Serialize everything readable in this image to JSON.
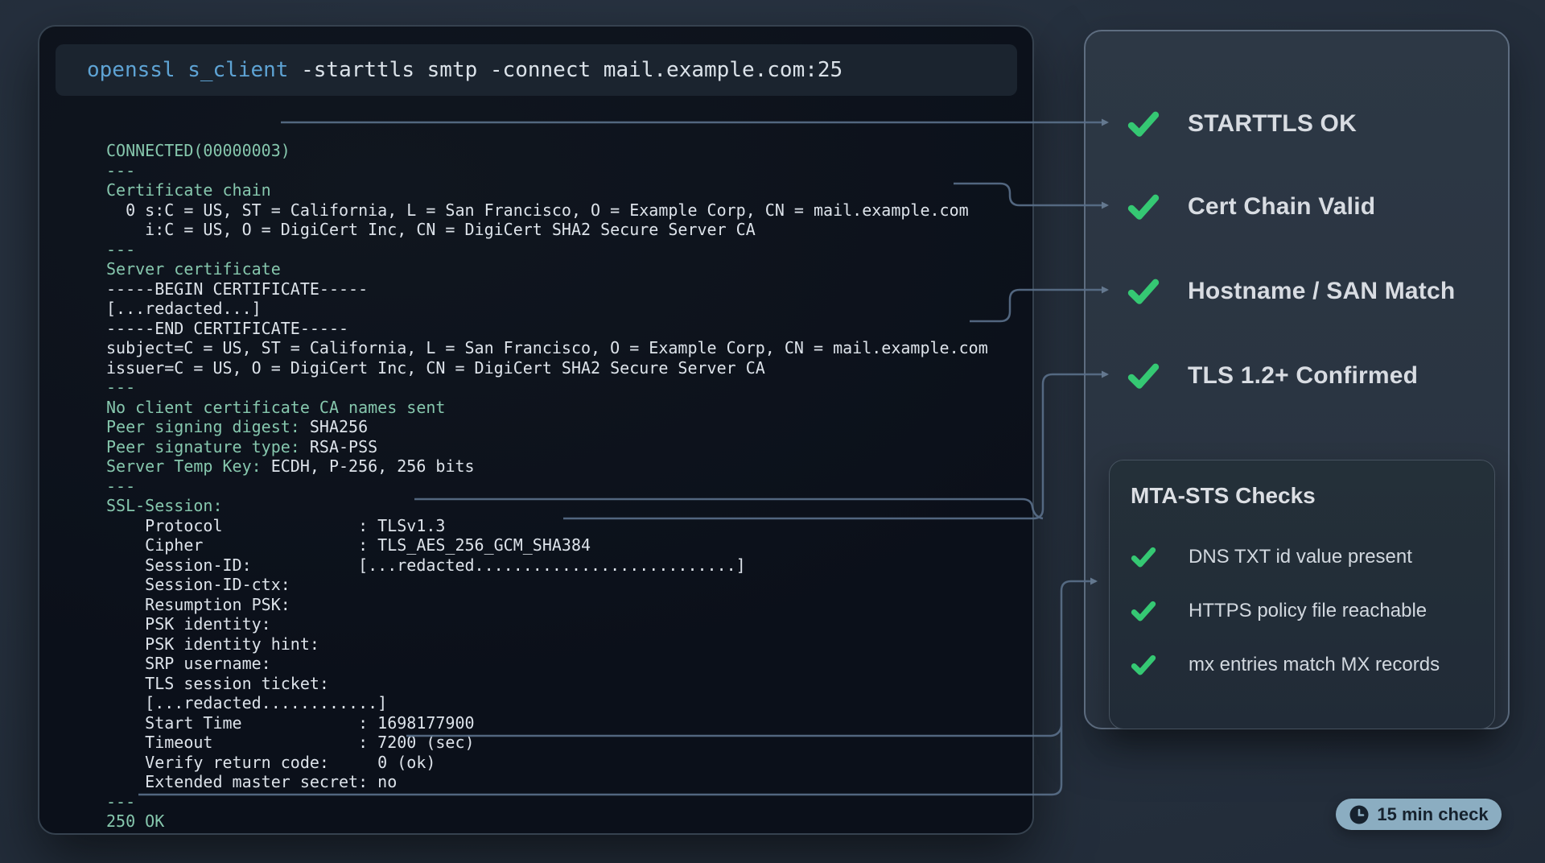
{
  "command": {
    "highlight": "openssl s_client",
    "rest": " -starttls smtp -connect mail.example.com:25"
  },
  "terminal_lines": [
    {
      "segs": [
        [
          "CONNECTED(00000003)",
          "teal"
        ]
      ]
    },
    {
      "segs": [
        [
          "---",
          "teal"
        ]
      ]
    },
    {
      "segs": [
        [
          "Certificate chain",
          "teal"
        ]
      ]
    },
    {
      "segs": [
        [
          "  0 s:C = US, ST = California, L = San Francisco, O = Example Corp, CN = mail.example.com",
          "fg"
        ]
      ]
    },
    {
      "segs": [
        [
          "    i:C = US, O = DigiCert Inc, CN = DigiCert SHA2 Secure Server CA",
          "fg"
        ]
      ]
    },
    {
      "segs": [
        [
          "---",
          "teal"
        ]
      ]
    },
    {
      "segs": [
        [
          "Server certificate",
          "teal"
        ]
      ]
    },
    {
      "segs": [
        [
          "-----BEGIN CERTIFICATE-----",
          "fg"
        ]
      ]
    },
    {
      "segs": [
        [
          "[...redacted...]",
          "fg"
        ]
      ]
    },
    {
      "segs": [
        [
          "-----END CERTIFICATE-----",
          "fg"
        ]
      ]
    },
    {
      "segs": [
        [
          "subject=C = US, ST = California, L = San Francisco, O = Example Corp, CN = mail.example.com",
          "fg"
        ]
      ]
    },
    {
      "segs": [
        [
          "issuer=C = US, O = DigiCert Inc, CN = DigiCert SHA2 Secure Server CA",
          "fg"
        ]
      ]
    },
    {
      "segs": [
        [
          "---",
          "teal"
        ]
      ]
    },
    {
      "segs": [
        [
          "No client certificate CA names sent",
          "teal"
        ]
      ]
    },
    {
      "segs": [
        [
          "Peer signing digest: ",
          "teal"
        ],
        [
          "SHA256",
          "fg"
        ]
      ]
    },
    {
      "segs": [
        [
          "Peer signature type: ",
          "teal"
        ],
        [
          "RSA-PSS",
          "fg"
        ]
      ]
    },
    {
      "segs": [
        [
          "Server Temp Key: ",
          "teal"
        ],
        [
          "ECDH, P-256, 256 bits",
          "fg"
        ]
      ]
    },
    {
      "segs": [
        [
          "---",
          "teal"
        ]
      ]
    },
    {
      "segs": [
        [
          "SSL-Session:",
          "teal"
        ]
      ]
    },
    {
      "segs": [
        [
          "    Protocol              : TLSv1.3",
          "fg"
        ]
      ]
    },
    {
      "segs": [
        [
          "    Cipher                : TLS_AES_256_GCM_SHA384",
          "fg"
        ]
      ]
    },
    {
      "segs": [
        [
          "    Session-ID:           [...redacted...........................]",
          "fg"
        ]
      ]
    },
    {
      "segs": [
        [
          "    Session-ID-ctx:",
          "fg"
        ]
      ]
    },
    {
      "segs": [
        [
          "    Resumption PSK:",
          "fg"
        ]
      ]
    },
    {
      "segs": [
        [
          "    PSK identity:",
          "fg"
        ]
      ]
    },
    {
      "segs": [
        [
          "    PSK identity hint:",
          "fg"
        ]
      ]
    },
    {
      "segs": [
        [
          "    SRP username:",
          "fg"
        ]
      ]
    },
    {
      "segs": [
        [
          "    TLS session ticket:",
          "fg"
        ]
      ]
    },
    {
      "segs": [
        [
          "    [...redacted............]",
          "fg"
        ]
      ]
    },
    {
      "segs": [
        [
          "    Start Time            : 1698177900",
          "fg"
        ]
      ]
    },
    {
      "segs": [
        [
          "    Timeout               : 7200 (sec)",
          "fg"
        ]
      ]
    },
    {
      "segs": [
        [
          "    Verify return code:     0 (ok)",
          "fg"
        ]
      ]
    },
    {
      "segs": [
        [
          "    Extended master secret: no",
          "fg"
        ]
      ]
    },
    {
      "segs": [
        [
          "---",
          "teal"
        ]
      ]
    },
    {
      "segs": [
        [
          "250 OK",
          "teal"
        ]
      ]
    }
  ],
  "checks": {
    "items": [
      {
        "label": "STARTTLS OK"
      },
      {
        "label": "Cert Chain Valid"
      },
      {
        "label": "Hostname / SAN Match"
      },
      {
        "label": "TLS 1.2+ Confirmed"
      }
    ]
  },
  "mta": {
    "title": "MTA-STS Checks",
    "items": [
      {
        "label": "DNS TXT id value present"
      },
      {
        "label": "HTTPS policy file reachable"
      },
      {
        "label": "mx entries match MX records"
      }
    ]
  },
  "badge": {
    "label": "15 min check"
  },
  "colors": {
    "terminal_teal": "#86c7ad",
    "terminal_fg": "#dde3ea",
    "command_blue": "#5ea3d4",
    "check_green": "#35c873",
    "connector": "#5a708a",
    "badge_bg": "#8badc1",
    "badge_text": "#16222e"
  }
}
